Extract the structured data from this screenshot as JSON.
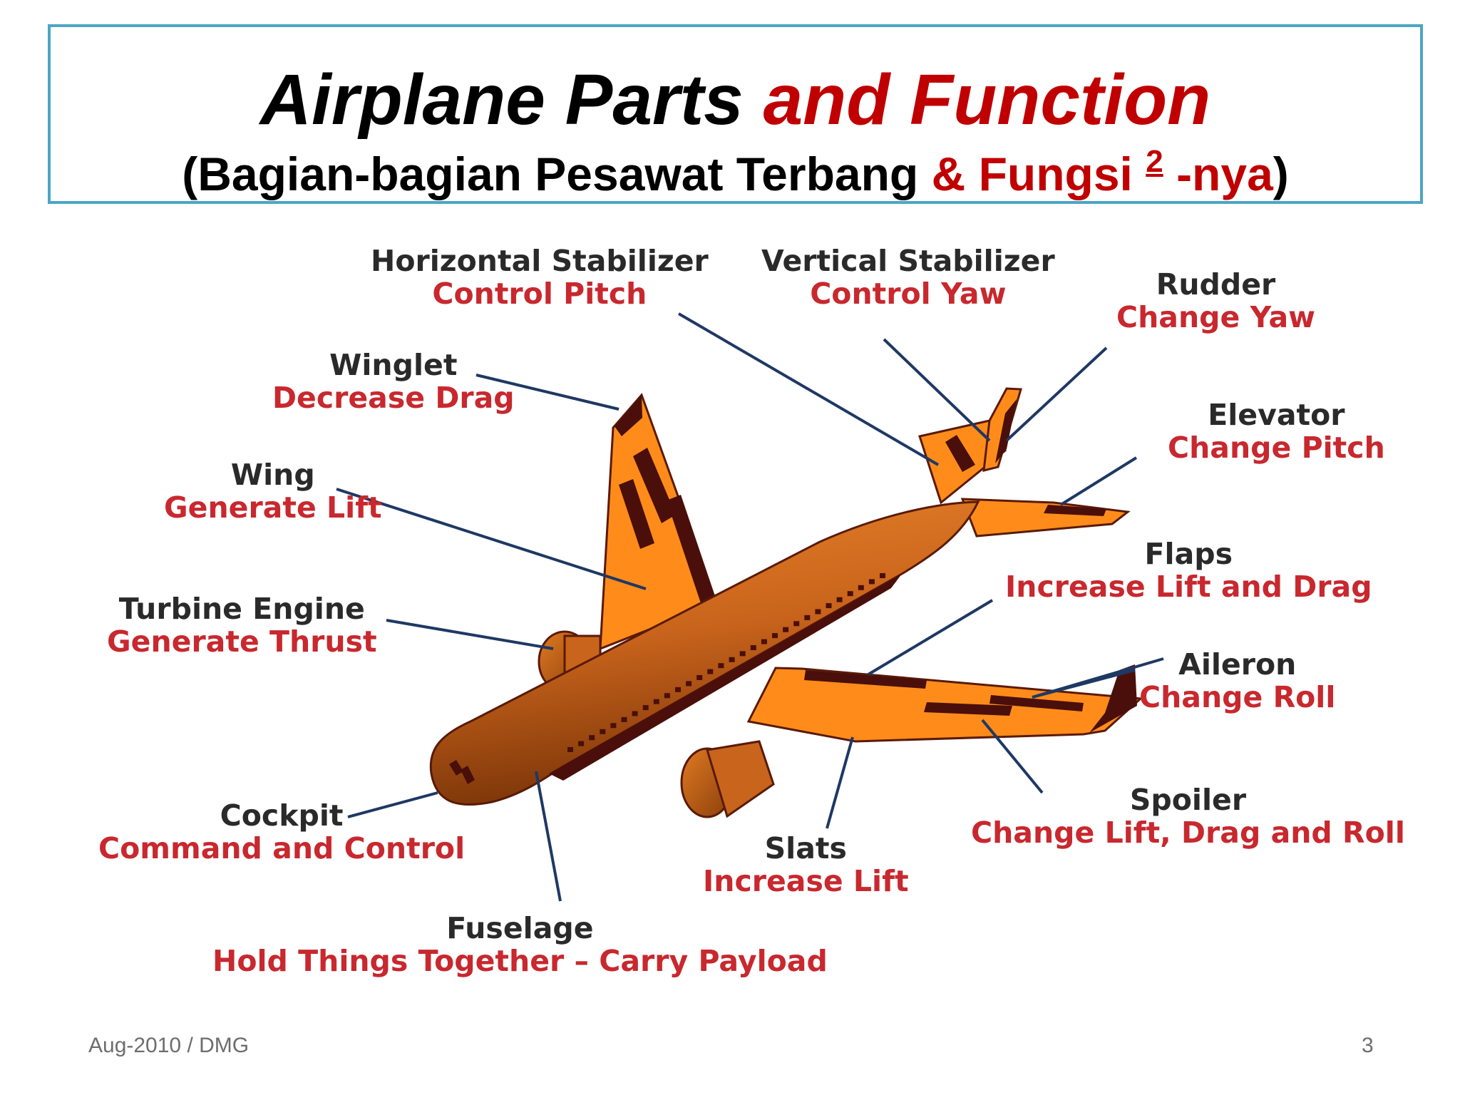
{
  "title": {
    "part1": "Airplane Parts",
    "part2": "and Function",
    "subtitle_open": "(Bagian-bagian Pesawat Terbang",
    "subtitle_amp": "& Fungsi",
    "subtitle_sup": "2",
    "subtitle_nya": "-nya",
    "subtitle_close": ")"
  },
  "parts": [
    {
      "id": "horizontal-stabilizer",
      "name": "Horizontal Stabilizer",
      "function": "Control   Pitch"
    },
    {
      "id": "vertical-stabilizer",
      "name": "Vertical Stabilizer",
      "function": "Control   Yaw"
    },
    {
      "id": "rudder",
      "name": "Rudder",
      "function": "Change Yaw"
    },
    {
      "id": "winglet",
      "name": "Winglet",
      "function": "Decrease  Drag"
    },
    {
      "id": "elevator",
      "name": "Elevator",
      "function": "Change   Pitch"
    },
    {
      "id": "wing",
      "name": "Wing",
      "function": "Generate Lift"
    },
    {
      "id": "flaps",
      "name": "Flaps",
      "function": "Increase  Lift  and Drag"
    },
    {
      "id": "turbine-engine",
      "name": "Turbine  Engine",
      "function": "Generate  Thrust"
    },
    {
      "id": "aileron",
      "name": "Aileron",
      "function": "Change Roll"
    },
    {
      "id": "spoiler",
      "name": "Spoiler",
      "function": "Change Lift, Drag and Roll"
    },
    {
      "id": "cockpit",
      "name": "Cockpit",
      "function": "Command and Control"
    },
    {
      "id": "slats",
      "name": "Slats",
      "function": "Increase Lift"
    },
    {
      "id": "fuselage",
      "name": "Fuselage",
      "function": "Hold Things Together – Carry Payload"
    }
  ],
  "footer": {
    "left": "Aug-2010 / DMG",
    "right": "3"
  },
  "colors": {
    "body": "#d2691e",
    "orange": "#ff8c1a",
    "dark": "#4a0f0a",
    "leader": "#1f3864",
    "frame": "#4ba6c4"
  }
}
